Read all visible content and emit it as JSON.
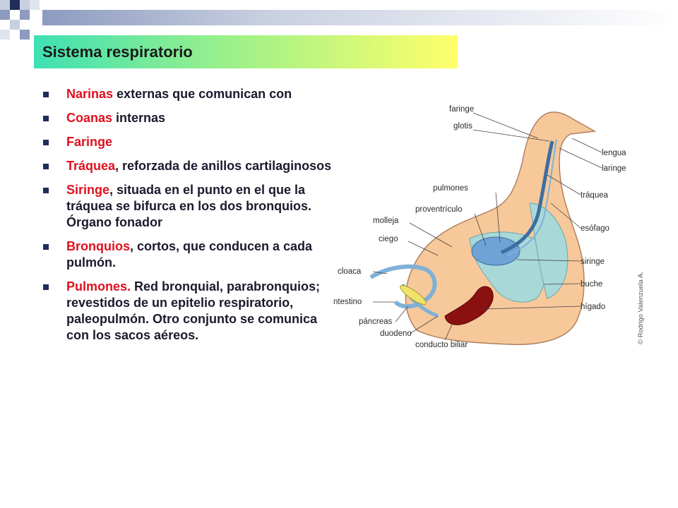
{
  "title": "Sistema respiratorio",
  "bullets": [
    {
      "highlight": "Narinas",
      "rest": " externas que comunican con"
    },
    {
      "highlight": "Coanas",
      "rest": " internas"
    },
    {
      "highlight": "Faringe",
      "rest": ""
    },
    {
      "highlight": "Tráquea",
      "rest": ", reforzada de anillos cartilaginosos"
    },
    {
      "highlight": "Siringe",
      "rest": ", situada en el punto en el que la tráquea se bifurca en los dos bronquios. Órgano fonador"
    },
    {
      "highlight": "Bronquios",
      "rest": ", cortos, que conducen a cada pulmón."
    },
    {
      "highlight": "Pulmones.",
      "rest": " Red bronquial, parabronquios; revestidos de un epitelio respiratorio, paleopulmón. Otro conjunto se comunica con los sacos aéreos."
    }
  ],
  "diagram": {
    "labels": {
      "faringe": "faringe",
      "glotis": "glotis",
      "lengua": "lengua",
      "laringe": "laringe",
      "pulmones": "pulmones",
      "traquea": "tráquea",
      "proventriculo": "proventrículo",
      "molleja": "molleja",
      "esofago": "esófago",
      "ciego": "ciego",
      "siringe": "siringe",
      "cloaca": "cloaca",
      "buche": "buche",
      "intestino": "ntestino",
      "higado": "hígado",
      "pancreas": "páncreas",
      "duodeno": "duodeno",
      "conducto_biliar": "conducto biliar"
    },
    "copyright": "© Rodrigo Valenzuela A.",
    "colors": {
      "body": "#f7c89a",
      "body_outline": "#b08060",
      "sac": "#a9d8d8",
      "lung": "#6fa3d6",
      "liver": "#8b1010",
      "pancreas": "#f1e26a",
      "leader": "#444444"
    }
  },
  "colors": {
    "accent_red": "#e0101e",
    "title_gradient_start": "#3ee0b3",
    "title_gradient_end": "#ffff6a"
  }
}
